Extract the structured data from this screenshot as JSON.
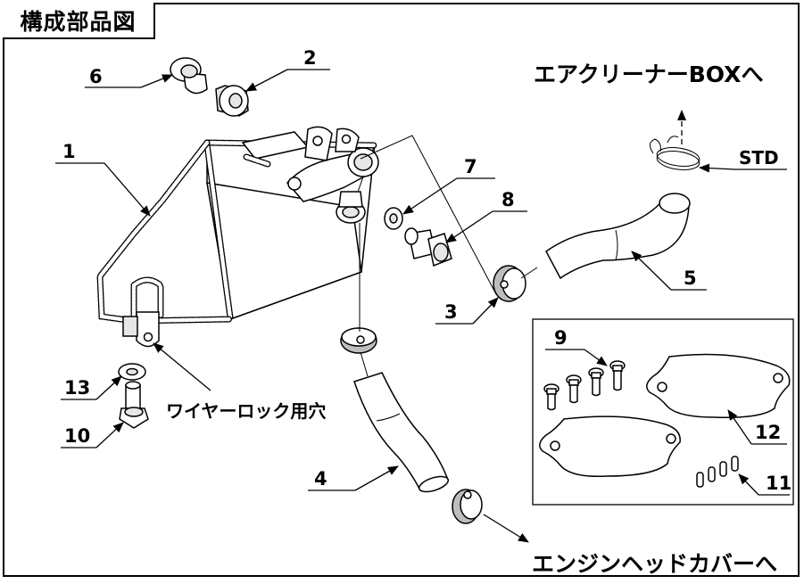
{
  "title": "構成部品図",
  "destinations": {
    "air_cleaner": "エアクリーナーBOXへ",
    "engine_head_cover": "エンジンヘッドカバーへ"
  },
  "labels": {
    "std": "STD",
    "wire_lock_hole": "ワイヤーロック用穴"
  },
  "parts": {
    "p1": "1",
    "p2": "2",
    "p3": "3",
    "p4": "4",
    "p5": "5",
    "p6": "6",
    "p7": "7",
    "p8": "8",
    "p9": "9",
    "p10": "10",
    "p11": "11",
    "p12": "12",
    "p13": "13"
  }
}
